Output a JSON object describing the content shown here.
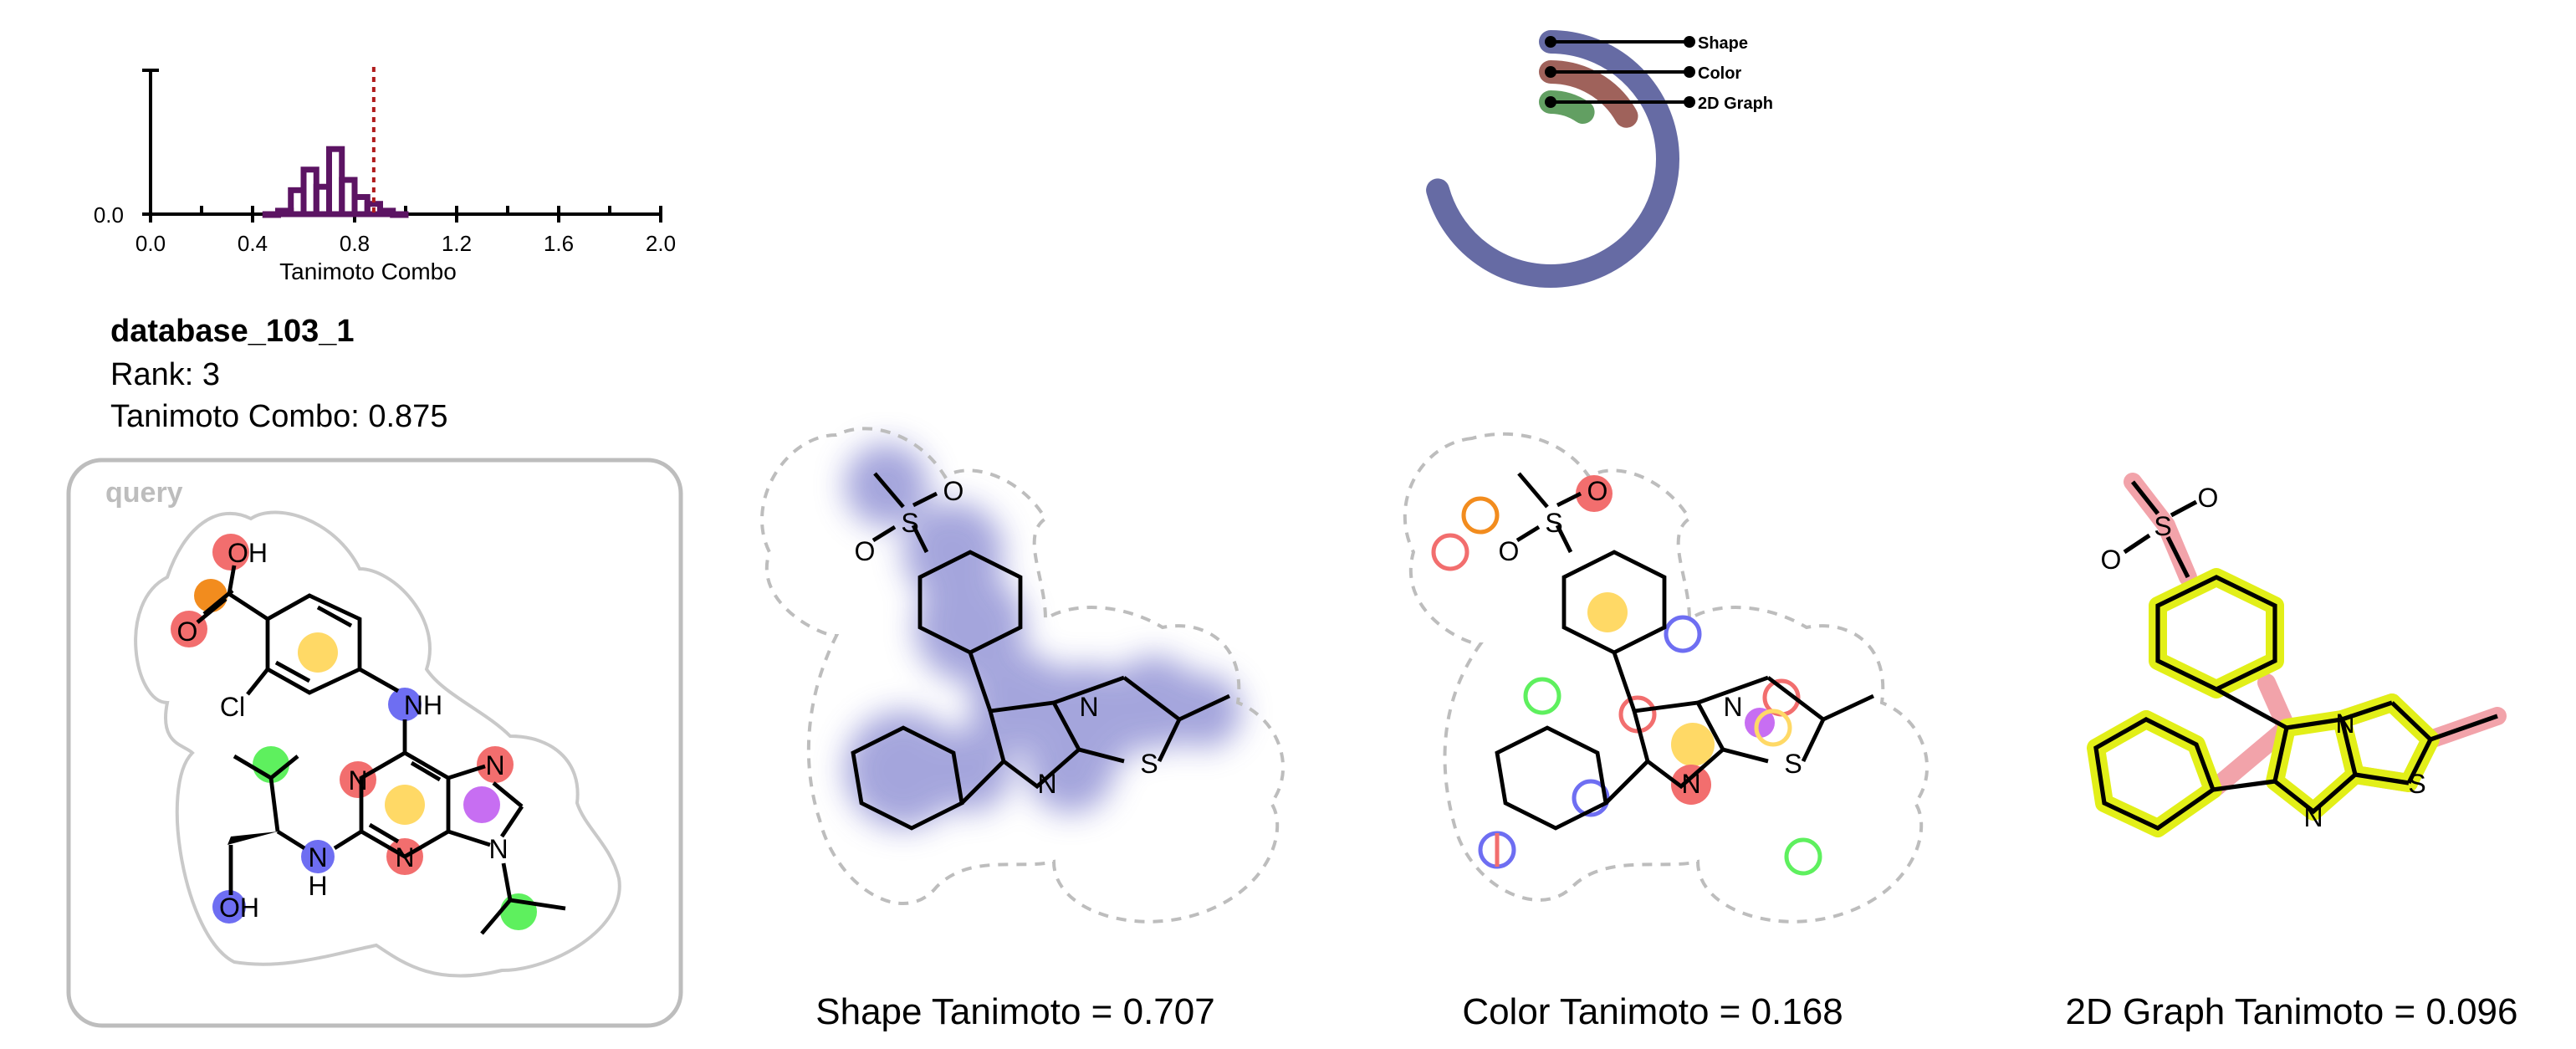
{
  "molecule": {
    "name": "database_103_1",
    "rank_label": "Rank: 3",
    "combo_label": "Tanimoto Combo: 0.875"
  },
  "query_label": "query",
  "captions": {
    "shape": "Shape Tanimoto = 0.707",
    "color": "Color Tanimoto = 0.168",
    "graph": "2D Graph Tanimoto = 0.096"
  },
  "atom_labels": {
    "oh": "OH",
    "o": "O",
    "cl": "Cl",
    "nh": "NH",
    "n": "N",
    "h": "H",
    "s": "S"
  },
  "colors": {
    "histogram": "#5c1463",
    "threshold": "#b01c1c",
    "shape": "#5e639f",
    "color": "#9a5a52",
    "graph": "#5a9a5a",
    "ring_highlight": "#e2ef18",
    "graph_highlight": "#f2a3aa",
    "pharm_acceptor": "#f26e6e",
    "pharm_donor": "#6e6ef2",
    "pharm_hydrophobe": "#5ef05e",
    "pharm_ring": "#ffd966",
    "pharm_anion": "#f28c1e",
    "pharm_cation": "#c76ef2"
  },
  "chart_data": [
    {
      "type": "bar",
      "xlabel": "Tanimoto Combo",
      "ylabel": "",
      "xlim": [
        0.0,
        2.0
      ],
      "xticks": [
        "0.0",
        "0.4",
        "0.8",
        "1.2",
        "1.6",
        "2.0"
      ],
      "x_minor_ticks": [
        0.2,
        0.6,
        1.0,
        1.4,
        1.8
      ],
      "yticks": [
        "0.0"
      ],
      "bin_width": 0.05,
      "bins": [
        0.45,
        0.5,
        0.55,
        0.6,
        0.65,
        0.7,
        0.75,
        0.8,
        0.85,
        0.9,
        0.95
      ],
      "values": [
        0.0,
        0.05,
        0.35,
        0.65,
        0.4,
        0.95,
        0.5,
        0.25,
        0.15,
        0.05,
        0.0
      ],
      "ylim": [
        0,
        2.1
      ],
      "threshold": 0.875,
      "style": "step outline"
    },
    {
      "type": "radial-bar",
      "categories": [
        "Shape",
        "Color",
        "2D Graph"
      ],
      "values": [
        0.707,
        0.168,
        0.096
      ],
      "max": 1.0
    }
  ]
}
